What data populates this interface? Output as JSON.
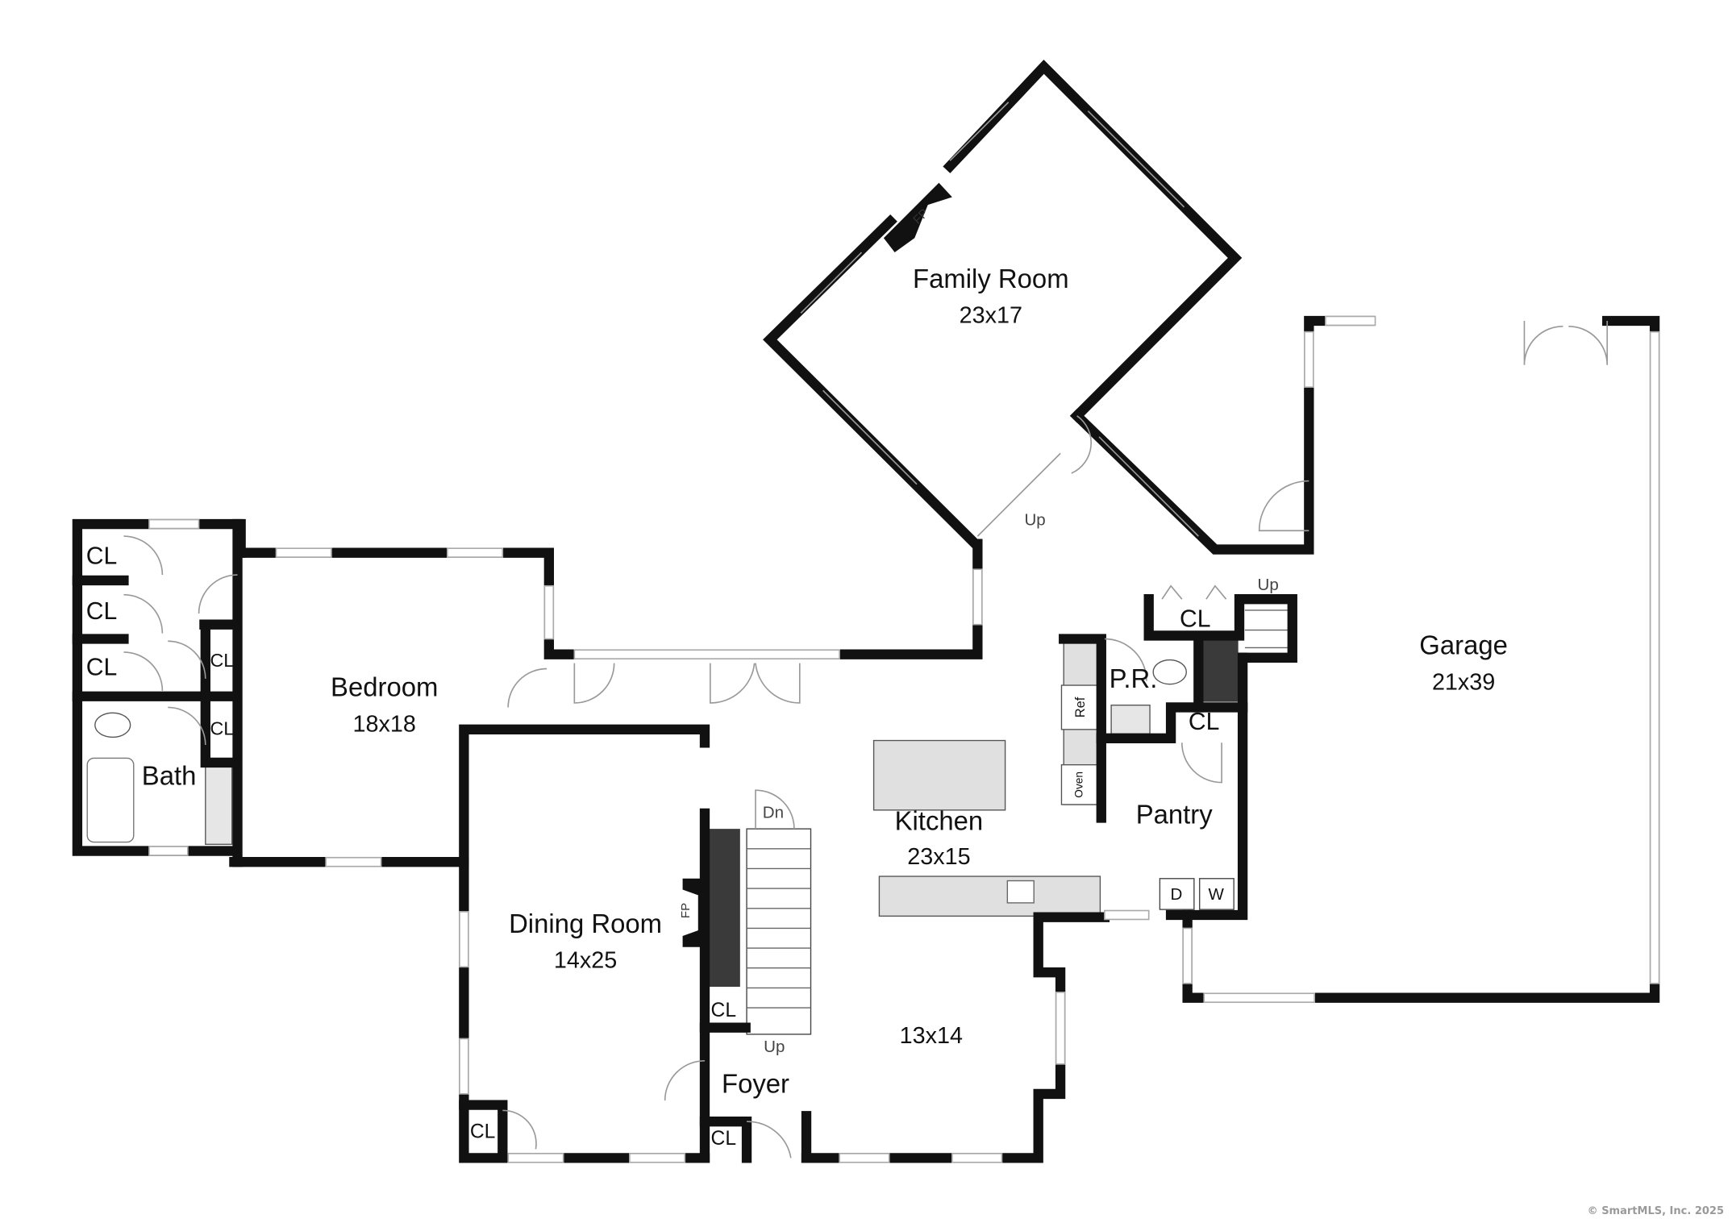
{
  "rooms": {
    "family_room": {
      "name": "Family Room",
      "dims": "23x17"
    },
    "garage": {
      "name": "Garage",
      "dims": "21x39"
    },
    "bedroom": {
      "name": "Bedroom",
      "dims": "18x18"
    },
    "bath": {
      "name": "Bath"
    },
    "kitchen": {
      "name": "Kitchen",
      "dims": "23x15"
    },
    "pantry": {
      "name": "Pantry"
    },
    "powder_room": {
      "name": "P.R."
    },
    "dining_room": {
      "name": "Dining Room",
      "dims": "14x25"
    },
    "foyer": {
      "name": "Foyer"
    },
    "unnamed_room": {
      "dims": "13x14"
    }
  },
  "labels": {
    "closet": "CL",
    "up": "Up",
    "down": "Dn",
    "fireplace": "FP",
    "refrigerator": "Ref",
    "oven": "Oven",
    "dryer": "D",
    "washer": "W"
  },
  "copyright": "© SmartMLS, Inc.  2025"
}
